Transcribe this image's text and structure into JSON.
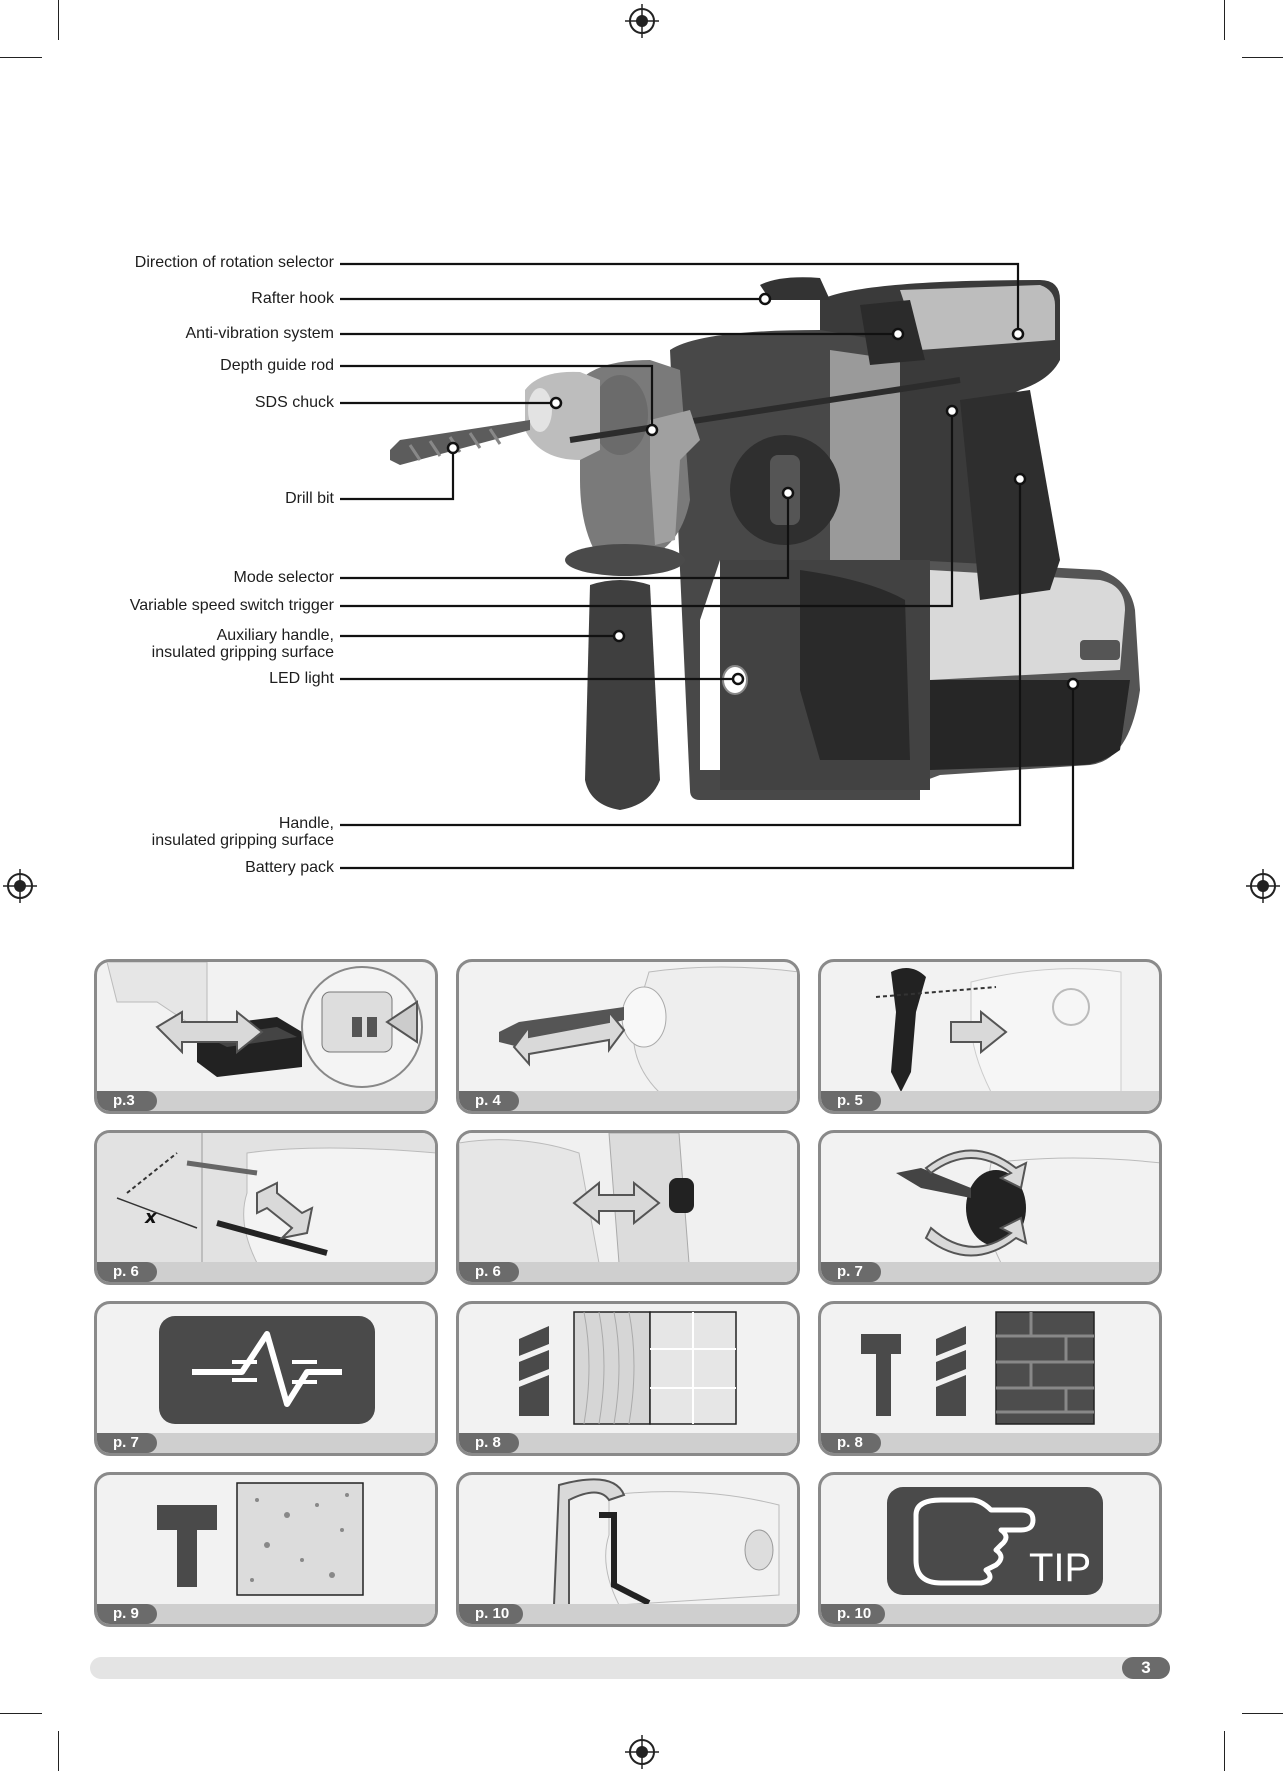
{
  "labels": {
    "direction_selector": "Direction of rotation selector",
    "rafter_hook": "Rafter hook",
    "anti_vibration": "Anti-vibration system",
    "depth_guide_rod": "Depth guide rod",
    "sds_chuck": "SDS chuck",
    "drill_bit": "Drill bit",
    "mode_selector": "Mode selector",
    "speed_trigger": "Variable speed switch trigger",
    "aux_handle_line1": "Auxiliary handle,",
    "aux_handle_line2": "insulated gripping surface",
    "led_light": "LED light",
    "handle_line1": "Handle,",
    "handle_line2": "insulated gripping surface",
    "battery_pack": "Battery pack"
  },
  "tiles": [
    {
      "page": "p.3",
      "content": "battery insertion"
    },
    {
      "page": "p. 4",
      "content": "insert drill bit"
    },
    {
      "page": "p. 5",
      "content": "attach auxiliary handle"
    },
    {
      "page": "p. 6",
      "content": "depth guide rod"
    },
    {
      "page": "p. 6",
      "content": "direction selector"
    },
    {
      "page": "p. 7",
      "content": "chuck rotation"
    },
    {
      "page": "p. 7",
      "content": "anti-vibration symbol"
    },
    {
      "page": "p. 8",
      "content": "drill mode wood tiles"
    },
    {
      "page": "p. 8",
      "content": "hammer drill brick"
    },
    {
      "page": "p. 9",
      "content": "chisel concrete"
    },
    {
      "page": "p. 10",
      "content": "rafter hook"
    },
    {
      "page": "p. 10",
      "content": "tip"
    }
  ],
  "tip_text": "TIP",
  "page_number": "3"
}
